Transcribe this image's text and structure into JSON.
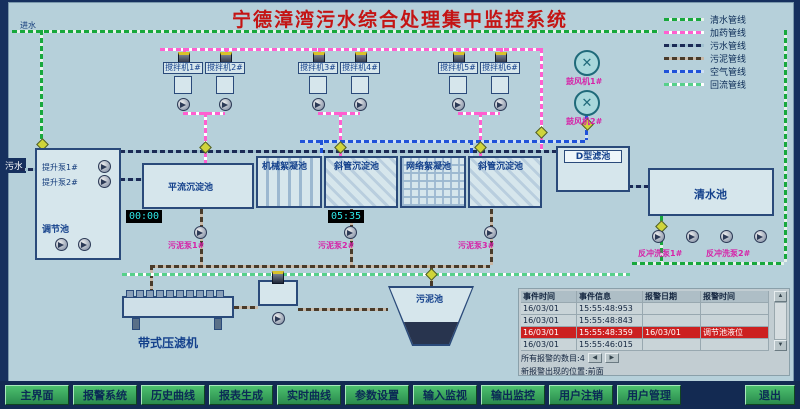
{
  "title": "宁德漳湾污水综合处理集中监控系统",
  "corner": {
    "influent_label": "进水",
    "sewage_inlet_label": "污水"
  },
  "legend": {
    "items": [
      {
        "label": "清水管线",
        "color": "#18a83c"
      },
      {
        "label": "加药管线",
        "color": "#ff5fd0"
      },
      {
        "label": "污水管线",
        "color": "#1b2a55"
      },
      {
        "label": "污泥管线",
        "color": "#4a3b2a"
      },
      {
        "label": "空气管线",
        "color": "#1f52d9"
      },
      {
        "label": "回流管线",
        "color": "#57d08b"
      }
    ]
  },
  "mixers": [
    "搅拌机1#",
    "搅拌机2#",
    "搅拌机3#",
    "搅拌机4#",
    "搅拌机5#",
    "搅拌机6#"
  ],
  "blowers": [
    "鼓风机1#",
    "鼓风机2#"
  ],
  "tanks": {
    "regulating": "调节池",
    "horizontal_sed": "平流沉淀池",
    "mech_floc": "机械絮凝池",
    "inclined_sed_1": "斜管沉淀池",
    "grid_floc": "网络絮凝池",
    "inclined_sed_2": "斜管沉淀池",
    "d_filter": "D型滤池",
    "clear_water": "清水池",
    "sludge": "污泥池",
    "belt_press": "带式压滤机"
  },
  "pumps": {
    "lift": [
      "提升泵1#",
      "提升泵2#"
    ],
    "sludge": [
      "污泥泵1#",
      "污泥泵2#",
      "污泥泵3#"
    ],
    "backwash": [
      "反冲洗泵1#",
      "反冲洗泵2#"
    ]
  },
  "timers": {
    "t1": "00:00",
    "t2": "05:35"
  },
  "alarm_table": {
    "headers": [
      "事件时间",
      "事件信息",
      "报警日期",
      "报警时间"
    ],
    "rows": [
      {
        "cells": [
          "16/03/01",
          "15:55:48:953",
          "",
          ""
        ],
        "alarm": false
      },
      {
        "cells": [
          "16/03/01",
          "15:55:48:843",
          "",
          ""
        ],
        "alarm": false
      },
      {
        "cells": [
          "16/03/01",
          "15:55:48:359",
          "16/03/01",
          "调节池液位"
        ],
        "alarm": true
      },
      {
        "cells": [
          "16/03/01",
          "15:55:46:015",
          "",
          ""
        ],
        "alarm": false
      }
    ],
    "footer_count": "所有报警的数目:4",
    "footer_pos": "新报警出现的位置:前面"
  },
  "icons": {
    "prev": "◀",
    "next": "▶",
    "up": "▲",
    "down": "▼",
    "fan_blades": "✕"
  },
  "taskbar": {
    "buttons": [
      "主界面",
      "报警系统",
      "历史曲线",
      "报表生成",
      "实时曲线",
      "参数设置",
      "输入监视",
      "输出监控",
      "用户注销",
      "用户管理",
      "退出"
    ]
  }
}
